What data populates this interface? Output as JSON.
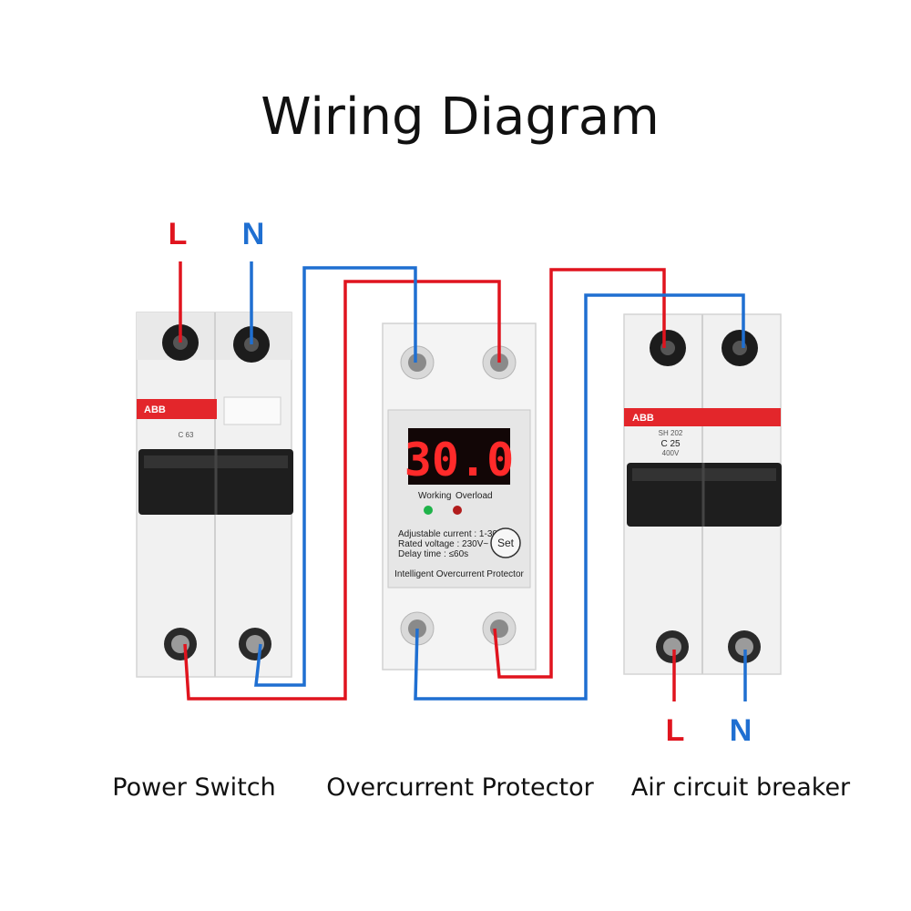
{
  "title": "Wiring Diagram",
  "colors": {
    "line": "#e0141e",
    "neutral": "#1f6fd1",
    "display": "#ff2a2a",
    "abb_red": "#e3262b"
  },
  "input_terminals": {
    "line": "L",
    "neutral": "N"
  },
  "output_terminals": {
    "line": "L",
    "neutral": "N"
  },
  "captions": {
    "power_switch": "Power Switch",
    "protector": "Overcurrent Protector",
    "breaker": "Air circuit breaker"
  },
  "power_switch": {
    "brand": "ABB",
    "model": "C 63"
  },
  "protector": {
    "display": "30.0",
    "indicator_working": "Working",
    "indicator_overload": "Overload",
    "spec_current": "Adjustable current : 1-30A",
    "spec_voltage": "Rated voltage : 230V~",
    "spec_delay": "Delay time : ≤60s",
    "set_button": "Set",
    "name": "Intelligent Overcurrent Protector"
  },
  "breaker": {
    "brand": "ABB",
    "series": "SH 202",
    "rating": "C 25",
    "voltage": "400V"
  }
}
